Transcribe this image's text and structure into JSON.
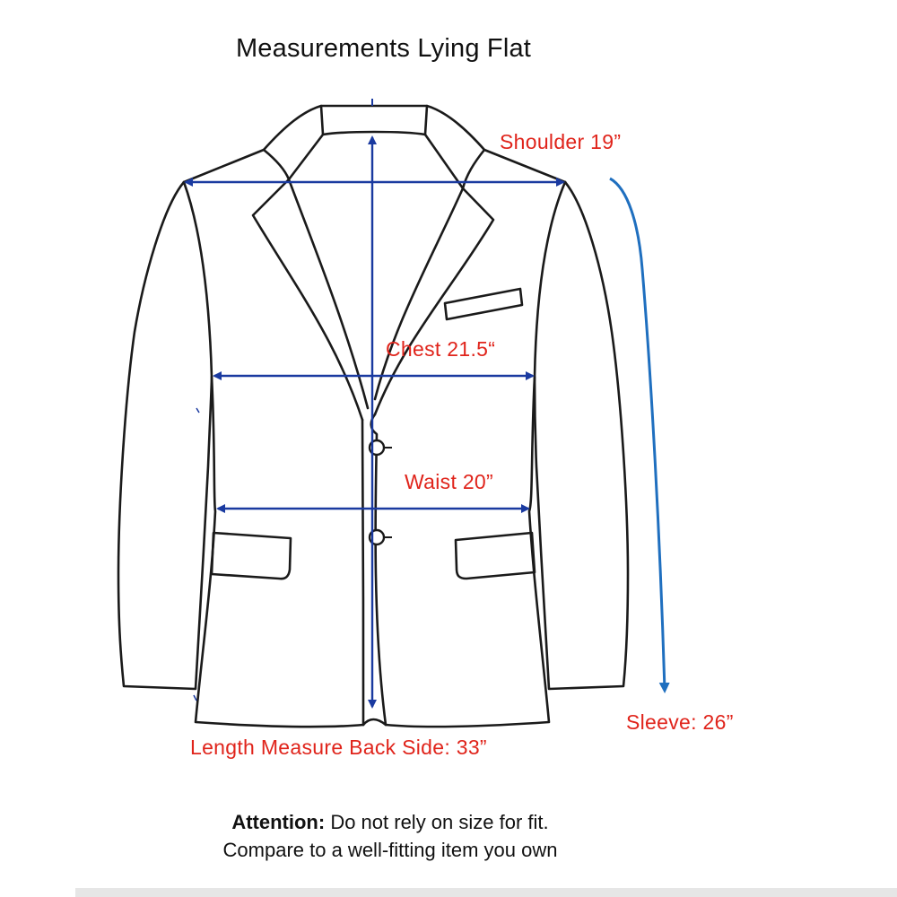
{
  "title": "Measurements Lying Flat",
  "measurements": {
    "shoulder": "Shoulder 19”",
    "chest": "Chest 21.5“",
    "waist": "Waist  20”",
    "sleeve": "Sleeve:  26”",
    "length": "Length Measure Back Side:  33”"
  },
  "note": {
    "attention_label": "Attention:",
    "attention_text": " Do not rely on size for fit.",
    "line2": "Compare to a well-fitting item you own"
  },
  "colors": {
    "label_red": "#e0241b",
    "measure_blue": "#1a3aa0",
    "sleeve_blue": "#1f6fbf",
    "outline": "#1a1a1a"
  }
}
